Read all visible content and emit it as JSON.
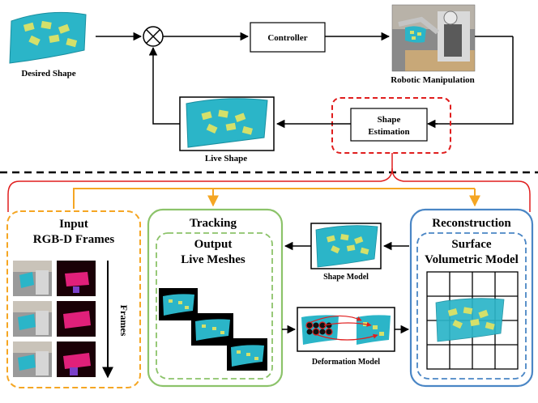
{
  "top_loop": {
    "desired_shape_label": "Desired Shape",
    "controller_label": "Controller",
    "robotic_manipulation_label": "Robotic Manipulation",
    "shape_estimation_line1": "Shape",
    "shape_estimation_line2": "Estimation",
    "live_shape_label": "Live Shape",
    "summing_junction_icon": "circle-x-icon"
  },
  "bottom_pipeline": {
    "input_title_line1": "Input",
    "input_title_line2": "RGB-D Frames",
    "frames_label": "Frames",
    "tracking_title": "Tracking",
    "output_line1": "Output",
    "output_line2": "Live Meshes",
    "shape_model_label": "Shape Model",
    "deformation_model_label": "Deformation Model",
    "reconstruction_title": "Reconstruction",
    "surface_line1": "Surface",
    "surface_line2": "Volumetric Model"
  },
  "colors": {
    "orange": "#f5a623",
    "green": "#8cc36a",
    "blue": "#4a86c5",
    "red": "#e01e1e",
    "cloth": "#2bb5c8",
    "patch": "#d4e06a",
    "magenta": "#e0207a"
  }
}
